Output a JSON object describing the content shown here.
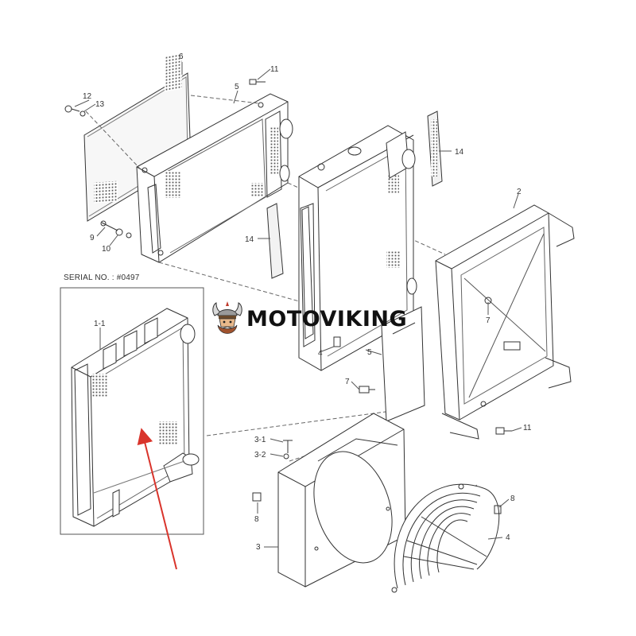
{
  "serial_note": "SERIAL NO. : #0497",
  "brand": {
    "name": "MOTOVIKING",
    "accent_color": "#c0392b",
    "logo_icon": "viking-head-icon"
  },
  "callouts": {
    "c6": "6",
    "c5a": "5",
    "c11a": "11",
    "c12": "12",
    "c13": "13",
    "c9": "9",
    "c10": "10",
    "c14a": "14",
    "c14b": "14",
    "c2": "2",
    "c11_inset": "1-1",
    "c7a": "7",
    "c7b": "7",
    "c5b": "5",
    "c4a": "4",
    "c11b": "11",
    "c31": "3-1",
    "c32": "3-2",
    "c8a": "8",
    "c8b": "8",
    "c3": "3",
    "c4b": "4"
  },
  "arrow_color": "#d9342b"
}
